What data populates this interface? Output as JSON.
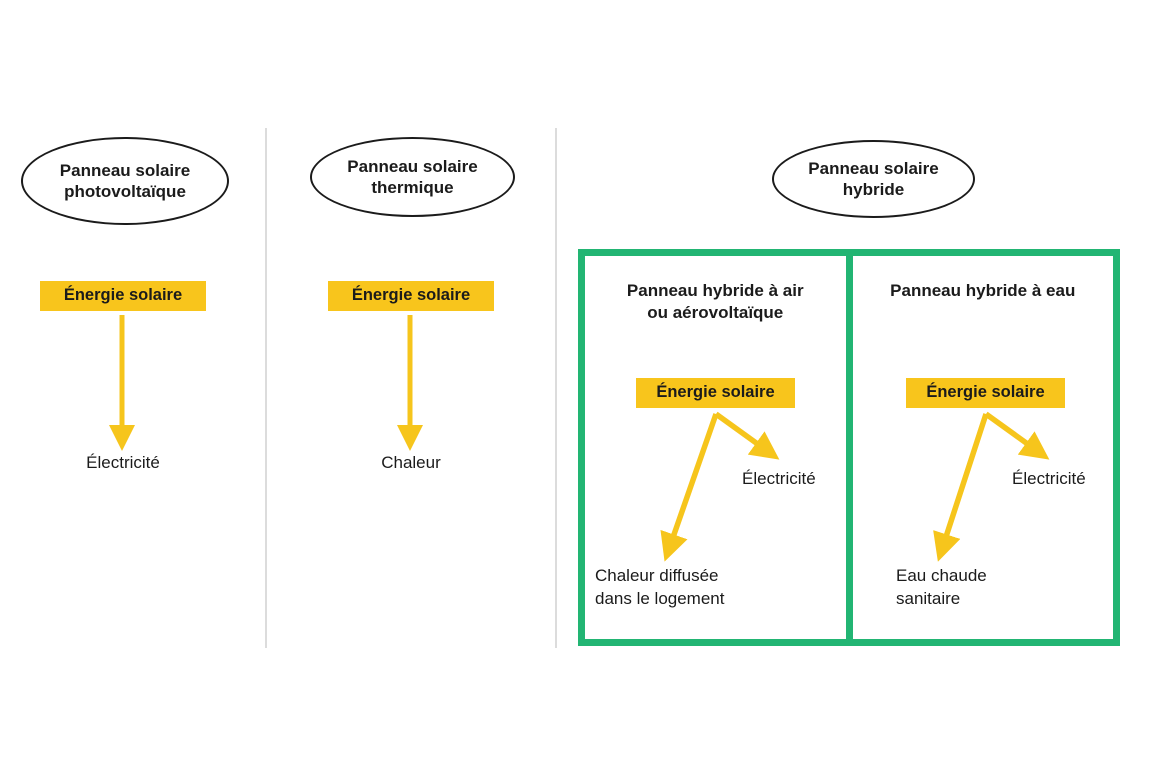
{
  "diagram": {
    "title_semantic": "comparatif-panneaux-solaires",
    "colors": {
      "yellow_badge": "#F8C51C",
      "arrow_yellow": "#F6C51C",
      "green_frame": "#22B573",
      "divider_grey": "#DCDCDC",
      "text_dark": "#1B1B1B"
    }
  },
  "columns": [
    {
      "id": "photovoltaique",
      "ellipse_line1": "Panneau solaire",
      "ellipse_line2": "photovoltaïque",
      "badge": "Énergie solaire",
      "output": "Électricité"
    },
    {
      "id": "thermique",
      "ellipse_line1": "Panneau solaire",
      "ellipse_line2": "thermique",
      "badge": "Énergie solaire",
      "output": "Chaleur"
    },
    {
      "id": "hybride",
      "ellipse_line1": "Panneau solaire",
      "ellipse_line2": "hybride"
    }
  ],
  "hybrid": {
    "air": {
      "title": "Panneau hybride à air\nou aérovoltaïque",
      "badge": "Énergie solaire",
      "output_right": "Électricité",
      "output_left": "Chaleur diffusée\ndans le logement"
    },
    "eau": {
      "title": "Panneau hybride à eau",
      "badge": "Énergie solaire",
      "output_right": "Électricité",
      "output_left": "Eau chaude\nsanitaire"
    }
  }
}
